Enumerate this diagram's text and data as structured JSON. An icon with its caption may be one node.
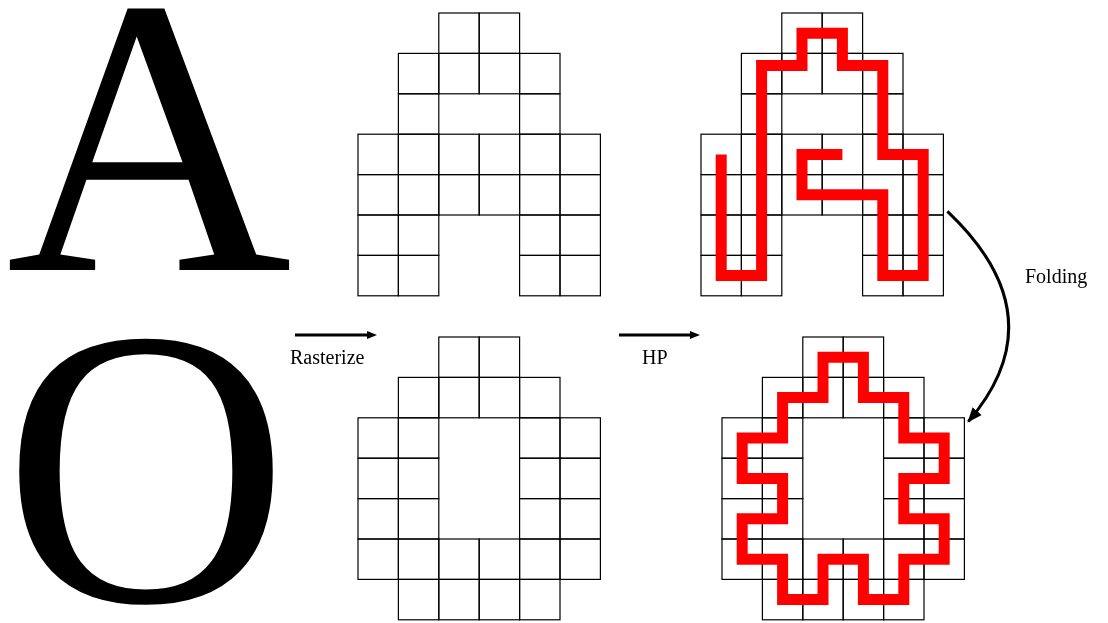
{
  "diagram": {
    "nodes": [
      {
        "text": [
          "A"
        ]
      },
      {
        "text": [
          "O"
        ]
      },
      {
        "text": [],
        "shape": "grid"
      },
      {
        "text": [],
        "shape": "grid"
      },
      {
        "text": [],
        "shape": "grid"
      },
      {
        "text": [],
        "shape": "grid"
      }
    ],
    "edges": [
      {
        "from": 4,
        "to": 5,
        "arrow": "to",
        "label": "Folding"
      }
    ],
    "labels": [
      "Rasterize",
      "HP"
    ]
  }
}
